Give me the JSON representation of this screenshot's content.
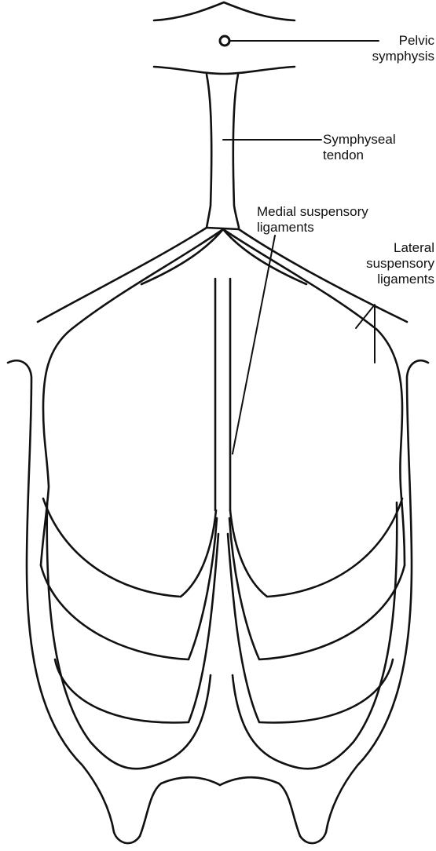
{
  "colors": {
    "line": "#111111",
    "background": "#ffffff"
  },
  "labels": {
    "pelvic_symphysis": {
      "line1": "Pelvic",
      "line2": "symphysis"
    },
    "symphyseal_tendon": {
      "line1": "Symphyseal",
      "line2": "tendon"
    },
    "medial_suspensory_ligaments": {
      "line1": "Medial suspensory",
      "line2": "ligaments"
    },
    "lateral_suspensory_ligaments": {
      "line1": "Lateral",
      "line2": "suspensory",
      "line3": "ligaments"
    }
  }
}
